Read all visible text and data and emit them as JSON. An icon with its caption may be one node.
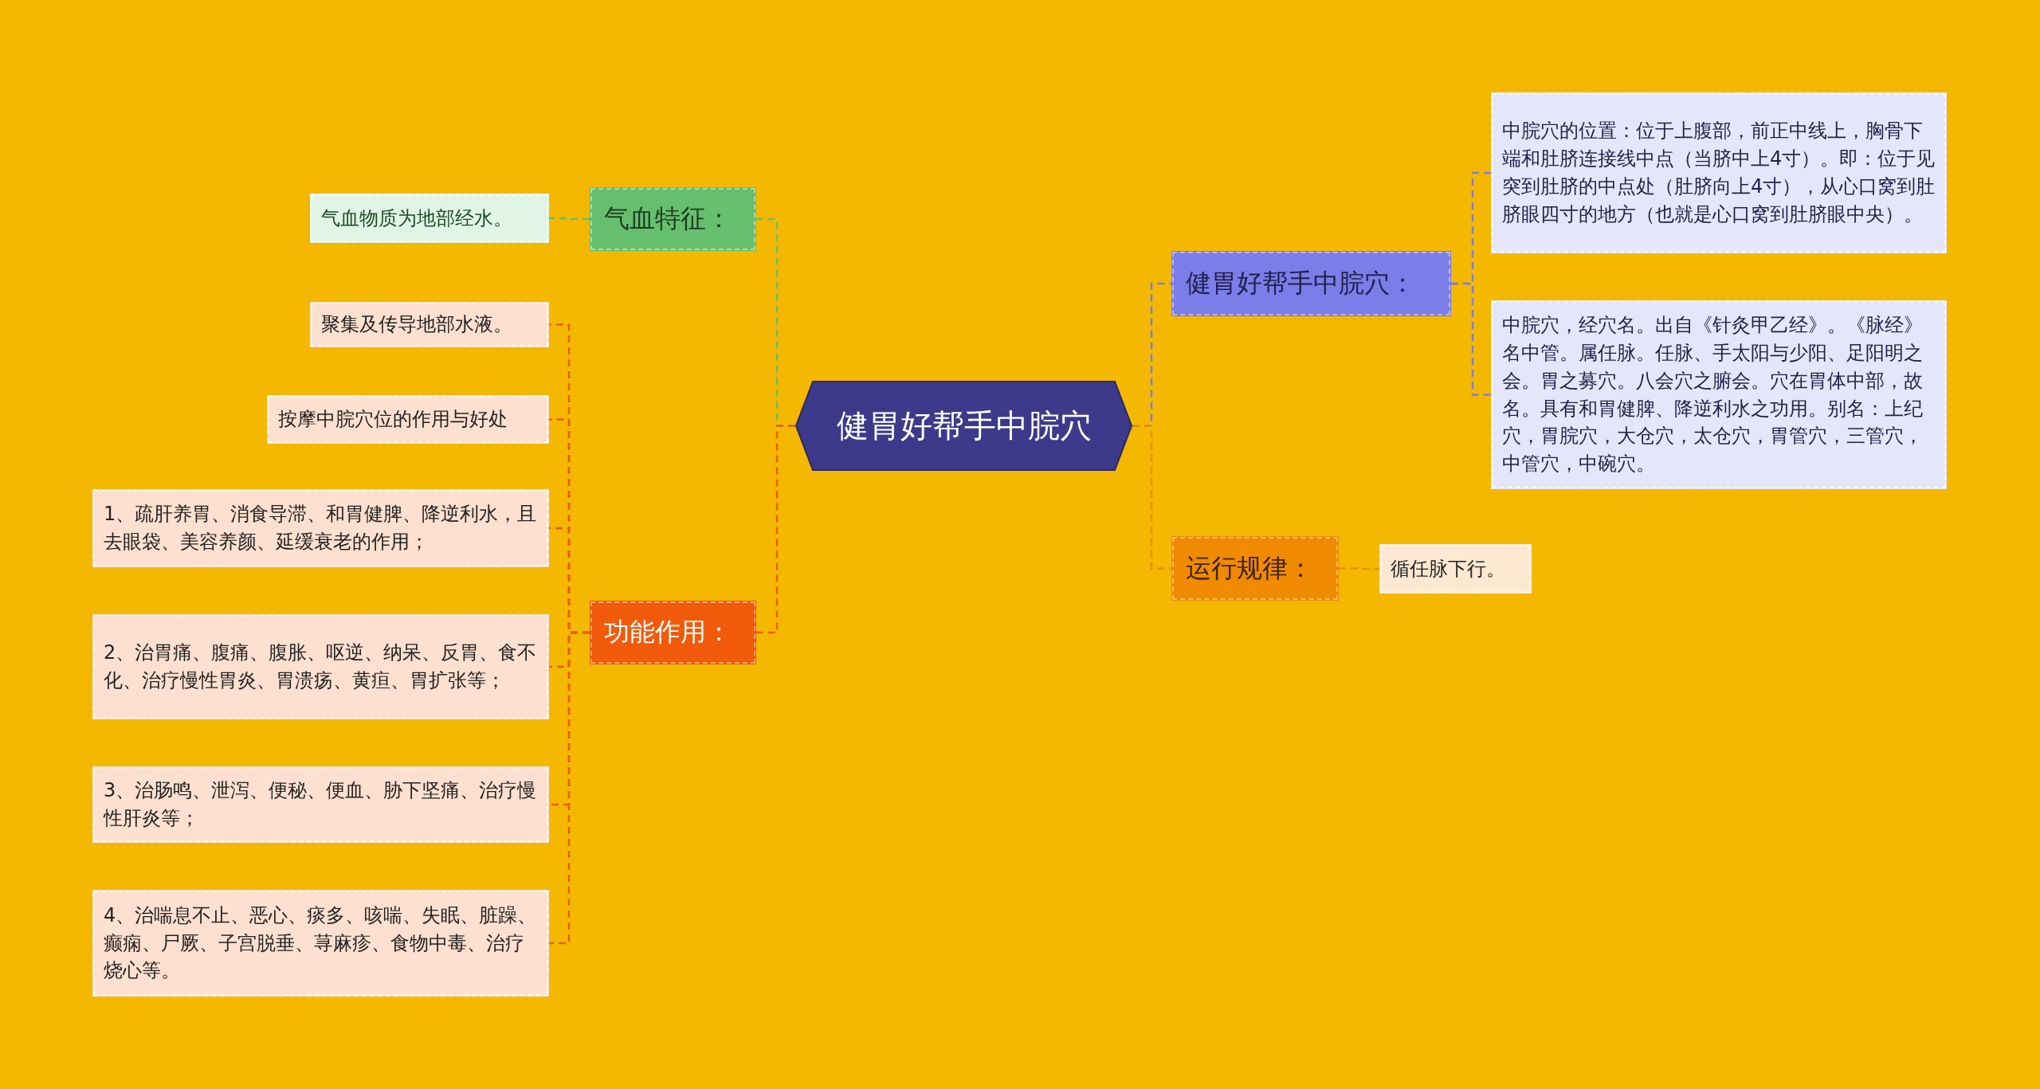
{
  "diagram": {
    "nodes": [
      {
        "text": [
          "健胃好帮手中脘穴"
        ]
      },
      {
        "text": [
          "气血特征："
        ]
      },
      {
        "text": [
          "气血物质为地部经水。"
        ]
      },
      {
        "text": [
          "功能作用："
        ]
      },
      {
        "text": [
          "聚集及传导地部水液。"
        ]
      },
      {
        "text": [
          "按摩中脘穴位的作用与好处"
        ]
      },
      {
        "text": [
          "1、疏肝养胃、消食导滞、和胃健脾、降逆利水，且去眼袋、美容养颜、延缓衰老的作用；"
        ]
      },
      {
        "text": [
          "2、治胃痛、腹痛、腹胀、呕逆、纳呆、反胃、食不化、治疗慢性胃炎、胃溃疡、黄疸、胃扩张等；"
        ]
      },
      {
        "text": [
          "3、治肠鸣、泄泻、便秘、便血、胁下坚痛、治疗慢性肝炎等；"
        ]
      },
      {
        "text": [
          "4、治喘息不止、恶心、痰多、咳喘、失眠、脏躁、癫痫、尸厥、子宫脱垂、荨麻疹、食物中毒、治疗烧心等。"
        ]
      },
      {
        "text": [
          "健胃好帮手中脘穴："
        ]
      },
      {
        "text": [
          "中脘穴的位置：位于上腹部，前正中线上，胸骨下端和肚脐连接线中点（当脐中上4寸）。即：位于见突到肚脐的中点处（肚脐向上4寸），从心口窝到肚脐眼四寸的地方（也就是心口窝到肚脐眼中央）。"
        ]
      },
      {
        "text": [
          "中脘穴，经穴名。出自《针灸甲乙经》。《脉经》名中管。属任脉。任脉、手太阳与少阳、足阳明之会。胃之募穴。八会穴之腑会。穴在胃体中部，故名。具有和胃健脾、降逆利水之功用。别名：上纪穴，胃脘穴，大仓穴，太仓穴，胃管穴，三管穴，中管穴，中碗穴。"
        ]
      },
      {
        "text": [
          "运行规律："
        ]
      },
      {
        "text": [
          "循任脉下行。"
        ]
      }
    ],
    "edges": [
      {
        "from": 0,
        "to": 1,
        "arrow": "none",
        "style": "dashed",
        "color": "#66bf6e"
      },
      {
        "from": 0,
        "to": 3,
        "arrow": "none",
        "style": "dashed",
        "color": "#f05a0a"
      },
      {
        "from": 0,
        "to": 10,
        "arrow": "none",
        "style": "dashed",
        "color": "#7b7de8"
      },
      {
        "from": 0,
        "to": 13,
        "arrow": "none",
        "style": "dashed",
        "color": "#f08a00"
      },
      {
        "from": 1,
        "to": 2,
        "arrow": "none",
        "style": "dashed",
        "color": "#66bf6e"
      },
      {
        "from": 3,
        "to": 4,
        "arrow": "none",
        "style": "dashed",
        "color": "#f05a0a"
      },
      {
        "from": 3,
        "to": 5,
        "arrow": "none",
        "style": "dashed",
        "color": "#f05a0a"
      },
      {
        "from": 3,
        "to": 6,
        "arrow": "none",
        "style": "dashed",
        "color": "#f05a0a"
      },
      {
        "from": 3,
        "to": 7,
        "arrow": "none",
        "style": "dashed",
        "color": "#f05a0a"
      },
      {
        "from": 3,
        "to": 8,
        "arrow": "none",
        "style": "dashed",
        "color": "#f05a0a"
      },
      {
        "from": 3,
        "to": 9,
        "arrow": "none",
        "style": "dashed",
        "color": "#f05a0a"
      },
      {
        "from": 10,
        "to": 11,
        "arrow": "none",
        "style": "dashed",
        "color": "#7b7de8"
      },
      {
        "from": 10,
        "to": 12,
        "arrow": "none",
        "style": "dashed",
        "color": "#7b7de8"
      },
      {
        "from": 13,
        "to": 14,
        "arrow": "none",
        "style": "dashed",
        "color": "#f08a00"
      }
    ]
  }
}
